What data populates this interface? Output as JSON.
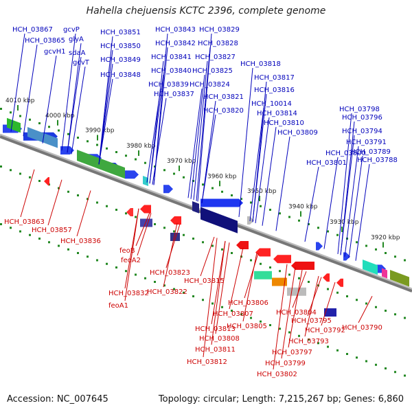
{
  "title": "Hahella chejuensis KCTC 2396, complete genome",
  "footer": {
    "accession": "Accession: NC_007645",
    "summary": "Topology: circular; Length: 7,215,267 bp; Genes: 6,860"
  },
  "colors": {
    "forward_label": "#0000bb",
    "reverse_label": "#cc0000",
    "genome_axis": "#777777",
    "tick": "#228822"
  },
  "scale_labels": [
    "4010 kbp",
    "4000 kbp",
    "3990 kbp",
    "3980 kbp",
    "3970 kbp",
    "3960 kbp",
    "3950 kbp",
    "3940 kbp",
    "3930 kbp",
    "3920 kbp"
  ],
  "forward_labels": [
    "HCH_03867",
    "HCH_03865",
    "gcvP",
    "glyA",
    "gcvH1",
    "sdaA",
    "gcvT",
    "HCH_03851",
    "HCH_03850",
    "HCH_03849",
    "HCH_03848",
    "HCH_03843",
    "HCH_03842",
    "HCH_03841",
    "HCH_03840",
    "HCH_03839",
    "HCH_03837",
    "HCH_03829",
    "HCH_03828",
    "HCH_03827",
    "HCH_03825",
    "HCH_03824",
    "HCH_03821",
    "HCH_03820",
    "HCH_03818",
    "HCH_03817",
    "HCH_03816",
    "HCH_10014",
    "HCH_03814",
    "HCH_03810",
    "HCH_03809",
    "HCH_03798",
    "HCH_03796",
    "HCH_03794",
    "HCH_03791",
    "HCH_03789",
    "HCH_03788",
    "HCH_03800",
    "HCH_03801"
  ],
  "reverse_labels": [
    "HCH_03863",
    "HCH_03857",
    "HCH_03836",
    "feoB",
    "feoA2",
    "HCH_03823",
    "HCH_03832",
    "HCH_03822",
    "feoA1",
    "HCH_03815",
    "HCH_03806",
    "HCH_03807",
    "HCH_03813",
    "HCH_03808",
    "HCH_03811",
    "HCH_03812",
    "HCH_03805",
    "HCH_03804",
    "HCH_03795",
    "HCH_03792",
    "HCH_03793",
    "HCH_03797",
    "HCH_03799",
    "HCH_03802",
    "HCH_03790"
  ]
}
